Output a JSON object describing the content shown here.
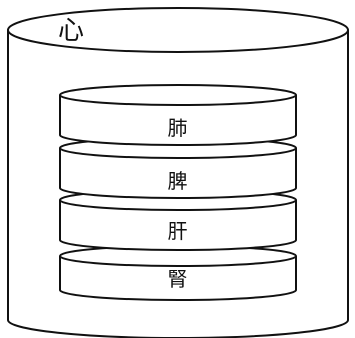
{
  "outer": {
    "label": "心"
  },
  "discs": [
    {
      "label": "肺"
    },
    {
      "label": "脾"
    },
    {
      "label": "肝"
    },
    {
      "label": "腎"
    }
  ]
}
